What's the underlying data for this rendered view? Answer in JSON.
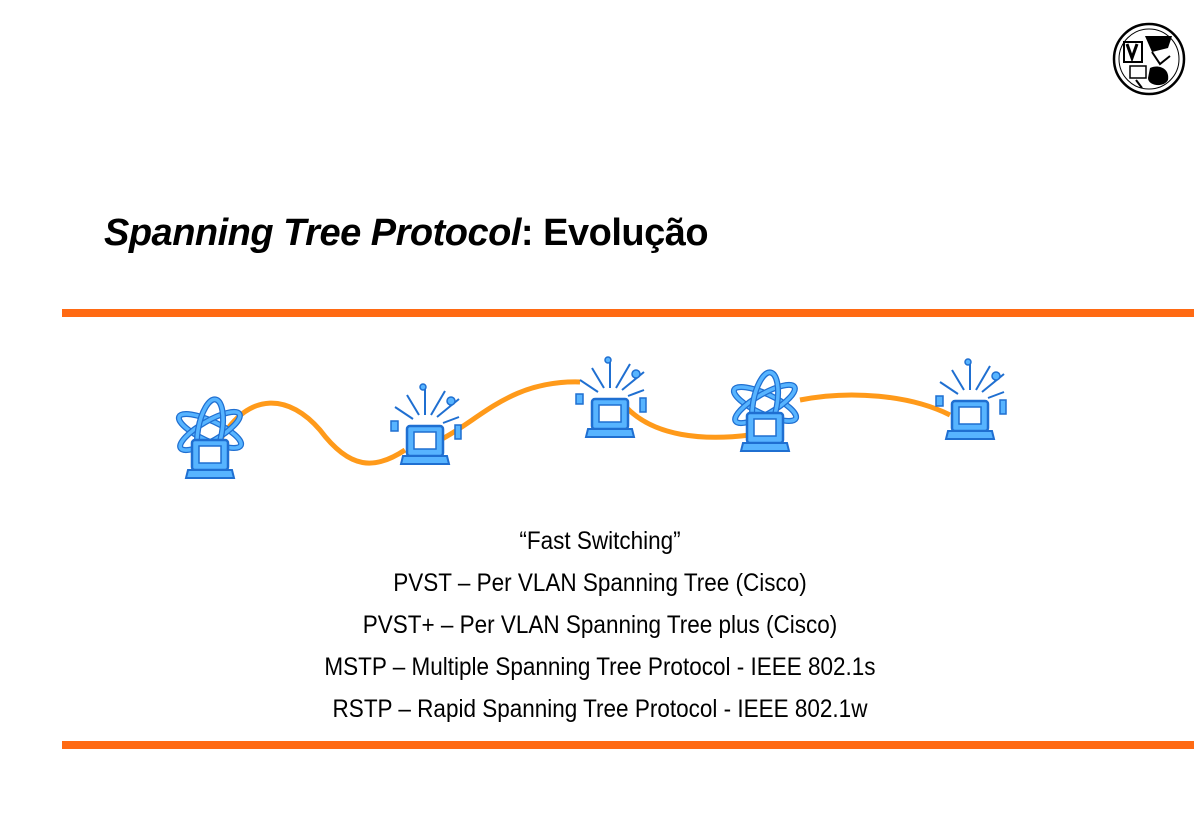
{
  "slide": {
    "title_italic": "Spanning Tree Protocol",
    "title_rest": ": Evolução",
    "lines": [
      "“Fast Switching”",
      "PVST  – Per VLAN Spanning Tree (Cisco)",
      "PVST+  – Per VLAN Spanning Tree plus (Cisco)",
      "MSTP  – Multiple Spanning Tree Protocol - IEEE 802.1s",
      "RSTP  – Rapid Spanning Tree Protocol - IEEE 802.1w"
    ]
  },
  "network": {
    "nodes": [
      {
        "name": "computer-globe-1",
        "icon": "computer-globe-icon"
      },
      {
        "name": "computer-broadcast-1",
        "icon": "computer-broadcast-icon"
      },
      {
        "name": "computer-broadcast-2",
        "icon": "computer-broadcast-icon"
      },
      {
        "name": "computer-globe-2",
        "icon": "computer-globe-icon"
      },
      {
        "name": "computer-broadcast-3",
        "icon": "computer-broadcast-icon"
      }
    ]
  },
  "colors": {
    "rule": "#ff6a13",
    "cable": "#ff9a1a",
    "icon_fill": "#57b4ff",
    "icon_stroke": "#1f6fd1"
  },
  "logo": {
    "icon": "institution-seal-icon"
  }
}
